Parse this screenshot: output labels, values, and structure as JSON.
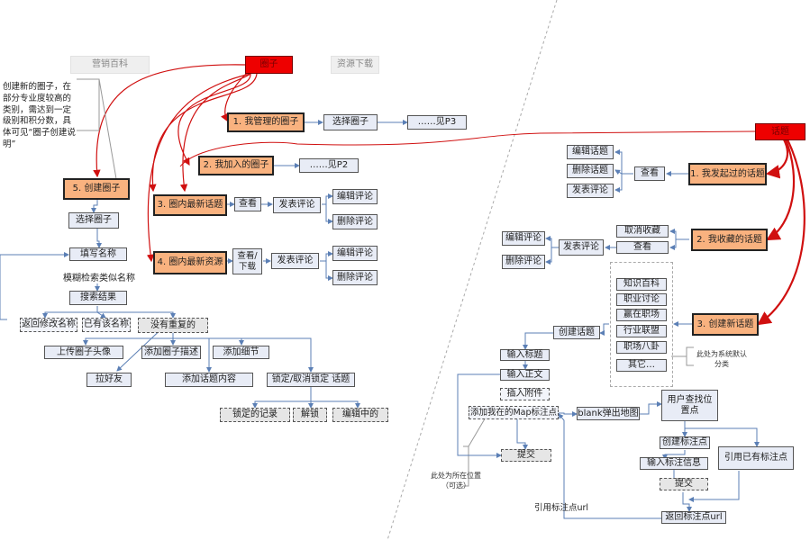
{
  "colors": {
    "root_node": "#ee0000",
    "primary_node": "#f9b27f",
    "step_node": "#e8ecf6",
    "optional_node": "#e6e6e6",
    "blue_connector": "#5b7fb5",
    "red_connector": "#d01010",
    "tab_gray": "#efefef"
  },
  "circle": {
    "root": "圈子",
    "tabs": [
      "营销百科",
      "资源下载"
    ],
    "note": "创建新的圈子，在部分专业度较高的类别，需达到一定级别和积分数，具体可见“圈子创建说明”",
    "managed": {
      "label": "1. 我管理的圈子",
      "next": "选择圈子",
      "ref": "……见P3"
    },
    "joined": {
      "label": "2. 我加入的圈子",
      "ref": "……见P2"
    },
    "latest_topics": {
      "label": "3. 圈内最新话题",
      "view": "查看",
      "comment": "发表评论",
      "edit": "编辑评论",
      "delete": "删除评论"
    },
    "latest_resources": {
      "label": "4. 圈内最新资源",
      "view": "查看/下载",
      "comment": "发表评论",
      "edit": "编辑评论",
      "delete": "删除评论"
    },
    "create": {
      "label": "5. 创建圈子",
      "select": "选择圈子",
      "fill_name": "填写名称",
      "fuzzy_search": "模糊检索类似名称",
      "results": "搜索结果",
      "back_modify": "返回修改名称",
      "exists": "已有该名称",
      "no_dup": "没有重复的",
      "upload_avatar": "上传圈子头像",
      "add_desc": "添加圈子描述",
      "add_detail": "添加细节",
      "invite": "拉好友",
      "add_topic_content": "添加话题内容",
      "lock_topic": "锁定/取消锁定 话题",
      "locked_records": "锁定的记录",
      "unlock": "解锁",
      "editing": "编辑中的"
    }
  },
  "topic": {
    "root": "话题",
    "started": {
      "label": "1. 我发起过的话题",
      "view": "查看",
      "edit": "编辑话题",
      "delete": "删除话题",
      "comment": "发表评论"
    },
    "favorites": {
      "label": "2. 我收藏的话题",
      "unfavorite": "取消收藏",
      "view": "查看",
      "comment": "发表评论",
      "edit": "编辑评论",
      "delete": "删除评论"
    },
    "create": {
      "label": "3. 创建新话题",
      "categories": [
        "知识百科",
        "职业讨论",
        "赢在职场",
        "行业联盟",
        "职场八卦",
        "其它…"
      ],
      "category_note": "此处为系统默认分类",
      "create_topic": "创建话题",
      "input_title": "输入标题",
      "input_body": "输入正文",
      "insert_attachment": "插入附件",
      "add_map_marker": "添加我在的Map标注点",
      "submit": "提交",
      "location_note": "此处为所在位置（可选）",
      "blank_map": "blank弹出地图",
      "find_location": "用户查找位置点",
      "create_marker": "创建标注点",
      "use_existing": "引用已有标注点",
      "input_marker_info": "输入标注信息",
      "marker_submit": "提交",
      "return_url": "返回标注点url",
      "cite_url": "引用标注点url"
    }
  }
}
